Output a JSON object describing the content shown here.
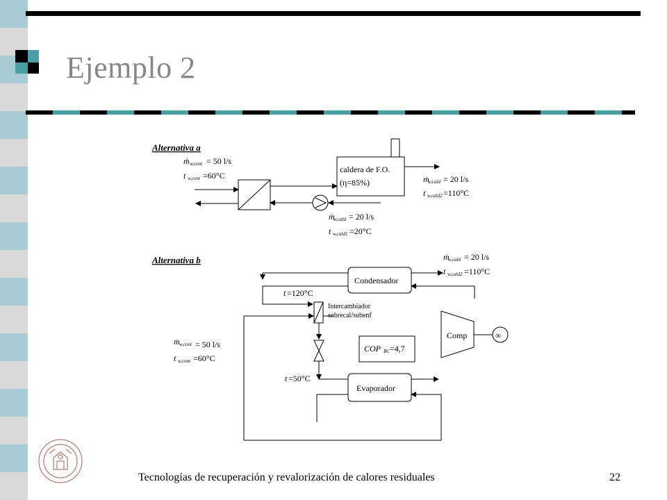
{
  "slide": {
    "title": "Ejemplo 2",
    "footer": "Tecnologías de recuperación y revalorización de calores residuales",
    "page_number": "22"
  },
  "colors": {
    "sidebar_blue": "#a8ccd2",
    "sidebar_grey": "#d9d9d9",
    "rule_black": "#000000",
    "rule_teal": "#4a9ea6",
    "title_grey": "#878787",
    "seal_red": "#b57a6e"
  },
  "alternativa_a": {
    "heading": "Alternativa a",
    "flow_hot_in": "= 50 l/s",
    "flow_hot_in_symbol": "ṁ",
    "flow_hot_in_sub": "w,cont",
    "temp_hot_in": "=60°C",
    "temp_hot_in_symbol": "t",
    "temp_hot_in_sub": "w,cont",
    "boiler_label_1": "caldera de F.O.",
    "boiler_label_2": "(η=85%)",
    "flow_out_a": "= 20 l/s",
    "flow_out_a_symbol": "ṁ",
    "flow_out_a_sub": "w,cald",
    "temp_out_a": "=110°C",
    "temp_out_a_symbol": "t",
    "temp_out_a_sub": "w,cald2",
    "flow_return": "= 20 l/s",
    "flow_return_symbol": "ṁ",
    "flow_return_sub": "w,cald",
    "temp_return": "=20°C",
    "temp_return_symbol": "t",
    "temp_return_sub": "w,cald1"
  },
  "alternativa_b": {
    "heading": "Alternativa b",
    "flow_out_b": "= 20 l/s",
    "flow_out_b_symbol": "ṁ",
    "flow_out_b_sub": "w,cald",
    "temp_out_b": "=110°C",
    "temp_out_b_symbol": "t",
    "temp_out_b_sub": "w,cald2",
    "condenser_label": "Condensador",
    "t_cond": "=120°C",
    "t_cond_symbol": "t",
    "exchanger_label_1": "Intercambiador",
    "exchanger_label_2": "sobrecal/subenf",
    "compressor_label": "Comp",
    "cop_symbol": "COP",
    "cop_sub": "BC",
    "cop_value": "=4,7",
    "flow_in_b": "= 50 l/s",
    "flow_in_b_symbol": "ṁ",
    "flow_in_b_sub": "w,cont",
    "temp_in_b": "=60°C",
    "temp_in_b_symbol": "t",
    "temp_in_b_sub": "w,cont",
    "t_evap": "=50°C",
    "t_evap_symbol": "t",
    "evaporator_label": "Evaporador",
    "motor_symbol": "∞"
  },
  "icons": {
    "logo": "three-squares-logo",
    "seal": "university-seal",
    "pump": "pump-icon",
    "valve": "expansion-valve-icon",
    "motor": "motor-icon",
    "heat_exchanger": "heat-exchanger-icon"
  }
}
